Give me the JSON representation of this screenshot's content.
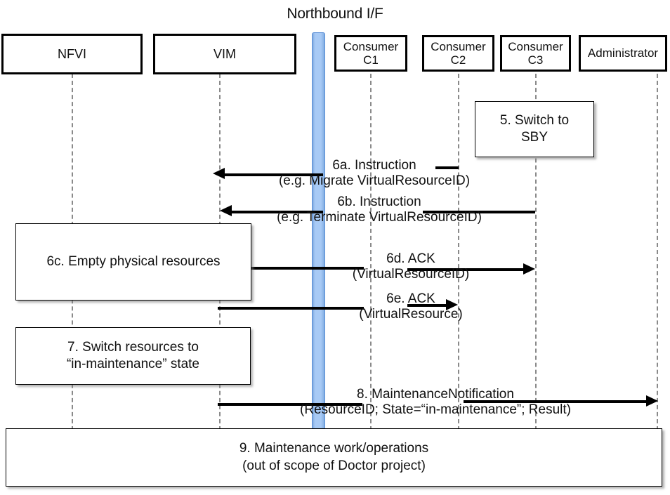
{
  "diagram": {
    "title": "Northbound I/F",
    "type": "uml-sequence-diagram"
  },
  "actors": [
    {
      "id": "nfvi",
      "label": "NFVI"
    },
    {
      "id": "vim",
      "label": "VIM"
    },
    {
      "id": "c1",
      "label": "Consumer\nC1"
    },
    {
      "id": "c2",
      "label": "Consumer\nC2"
    },
    {
      "id": "c3",
      "label": "Consumer\nC3"
    },
    {
      "id": "admin",
      "label": "Administrator"
    }
  ],
  "notes": [
    {
      "id": "step5",
      "text": "5. Switch to\nSBY"
    },
    {
      "id": "step6c",
      "text": "6c. Empty physical resources"
    },
    {
      "id": "step7",
      "text": "7. Switch resources to\n“in-maintenance” state"
    },
    {
      "id": "step9",
      "text": "9. Maintenance work/operations\n(out of scope of Doctor project)"
    }
  ],
  "messages": [
    {
      "id": "6a",
      "line1": "6a. Instruction",
      "line2": "(e.g. Migrate VirtualResourceID)",
      "from": "c2",
      "to": "vim",
      "direction": "left"
    },
    {
      "id": "6b",
      "line1": "6b. Instruction",
      "line2": "(e.g. Terminate VirtualResourceID)",
      "from": "c3",
      "to": "vim",
      "direction": "left"
    },
    {
      "id": "6d",
      "line1": "6d. ACK",
      "line2": "(VirtualResourceID)",
      "from": "vim",
      "to": "c3",
      "direction": "right"
    },
    {
      "id": "6e",
      "line1": "6e. ACK",
      "line2": "(VirtualResource)",
      "from": "vim",
      "to": "c2",
      "direction": "right"
    },
    {
      "id": "8",
      "line1": "8.     MaintenanceNotification",
      "line2": "(ResourceID; State=“in-maintenance”; Result)",
      "from": "vim",
      "to": "admin",
      "direction": "right"
    }
  ],
  "colors": {
    "northbound_bar": "#9CC3F0",
    "northbound_bar_border": "#5B8FD6",
    "lifeline": "#8a8a8a",
    "stroke": "#000000",
    "text": "#111111",
    "background": "#ffffff"
  }
}
